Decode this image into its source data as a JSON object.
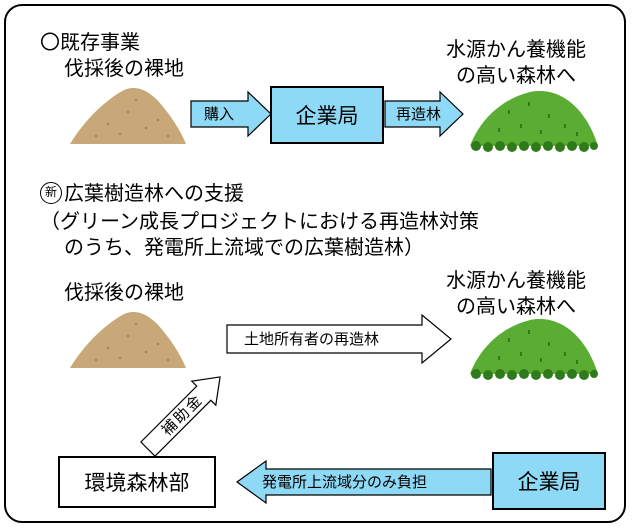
{
  "existing": {
    "heading": "〇既存事業",
    "bare_land": "伐採後の裸地",
    "forest_line1": "水源かん養機能",
    "forest_line2": "の高い森林へ",
    "purchase_label": "購入",
    "bureau_label": "企業局",
    "reforest_label": "再造林"
  },
  "new": {
    "new_mark": "新",
    "heading": "広葉樹造林への支援",
    "sub_line1": "（グリーン成長プロジェクトにおける再造林対策",
    "sub_line2": "のうち、発電所上流域での広葉樹造林）",
    "bare_land": "伐採後の裸地",
    "forest_line1": "水源かん養機能",
    "forest_line2": "の高い森林へ",
    "owner_reforest_label": "土地所有者の再造林",
    "subsidy_label": "補助金",
    "env_dept_label": "環境森林部",
    "bureau_label": "企業局",
    "burden_label": "発電所上流域分のみ負担"
  },
  "colors": {
    "box_blue": "#8ed9f5",
    "arrow_blue": "#8ed9f5",
    "soil": "#c8a878",
    "forest": "#5aad32"
  }
}
